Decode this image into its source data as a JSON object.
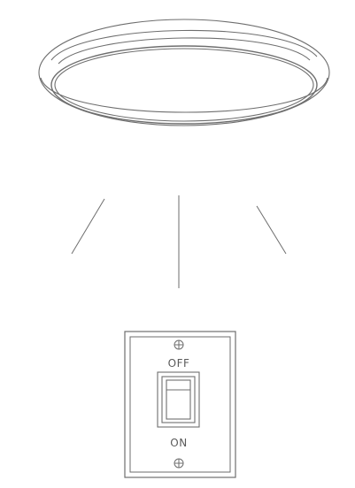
{
  "switch_plate": {
    "off_label": "OFF",
    "on_label": "ON",
    "toggle_state": "off"
  },
  "colors": {
    "line": "#6e6e6e",
    "background": "#ffffff"
  },
  "icons": {
    "top_screw": "screw-icon",
    "bottom_screw": "screw-icon"
  }
}
